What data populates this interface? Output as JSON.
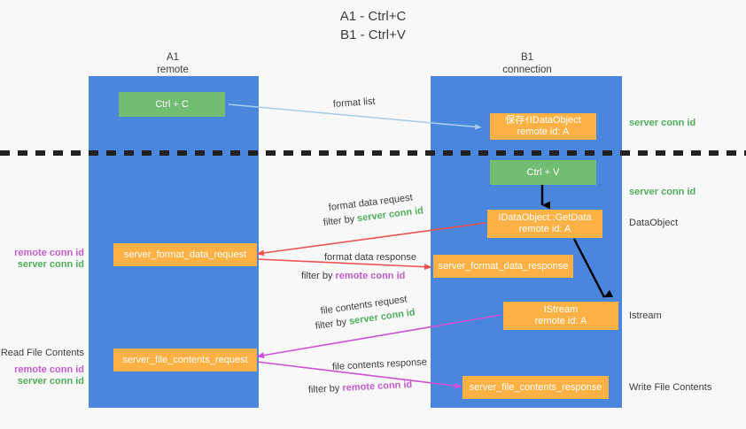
{
  "title": {
    "line1": "A1 - Ctrl+C",
    "line2": "B1 - Ctrl+V"
  },
  "lanes": [
    {
      "id": "a1",
      "name": "A1",
      "subtitle": "remote"
    },
    {
      "id": "b1",
      "name": "B1",
      "subtitle": "connection"
    }
  ],
  "boxes": {
    "ctrl_c": {
      "line1": "Ctrl + C",
      "line2": ""
    },
    "save_idataobject": {
      "line1": "保存ｲIDataObject",
      "line2": "remote id: A"
    },
    "ctrl_v": {
      "line1": "Ctrl + V",
      "line2": ""
    },
    "getdata": {
      "line1": "IDataObject::GetData",
      "line2": "remote id: A"
    },
    "fmt_req": {
      "line1": "server_format_data_request",
      "line2": ""
    },
    "fmt_resp": {
      "line1": "server_format_data_response",
      "line2": ""
    },
    "istream": {
      "line1": "IStream",
      "line2": "remote id: A"
    },
    "file_req": {
      "line1": "server_file_contents_request",
      "line2": ""
    },
    "file_resp": {
      "line1": "server_file_contents_response",
      "line2": ""
    }
  },
  "right_labels": {
    "server_conn_id_1": "server conn id",
    "server_conn_id_2": "server conn id",
    "dataobject": "DataObject",
    "istream": "Istream",
    "write_file_contents": "Write File Contents"
  },
  "left_labels": {
    "remote_conn_id_1": "remote conn id",
    "server_conn_id_1": "server conn id",
    "read_file_contents": "Read File Contents",
    "remote_conn_id_2": "remote conn id",
    "server_conn_id_2": "server conn id"
  },
  "captions": {
    "format_list": "format list",
    "format_data_request": "format data request",
    "filter_by_1_prefix": "filter by ",
    "filter_by_1_value": "server conn id",
    "format_data_response": "format data response",
    "filter_by_2_prefix": "filter by ",
    "filter_by_2_value": "remote conn id",
    "file_contents_request": "file contents request",
    "filter_by_3_prefix": "filter by ",
    "filter_by_3_value": "server conn id",
    "file_contents_response": "file contents response",
    "filter_by_4_prefix": "filter by ",
    "filter_by_4_value": "remote conn id"
  },
  "colors": {
    "lane": "#4a86dc",
    "green_box": "#72bd71",
    "orange_box": "#fbb144",
    "green_text": "#4fae5a",
    "purple_text": "#c45ad0",
    "light_blue_arrow": "#a8cdea",
    "red_arrow": "#ef5350",
    "magenta_arrow": "#cf4fd8",
    "black_arrow": "#000000",
    "background": "#f8f8f8"
  }
}
